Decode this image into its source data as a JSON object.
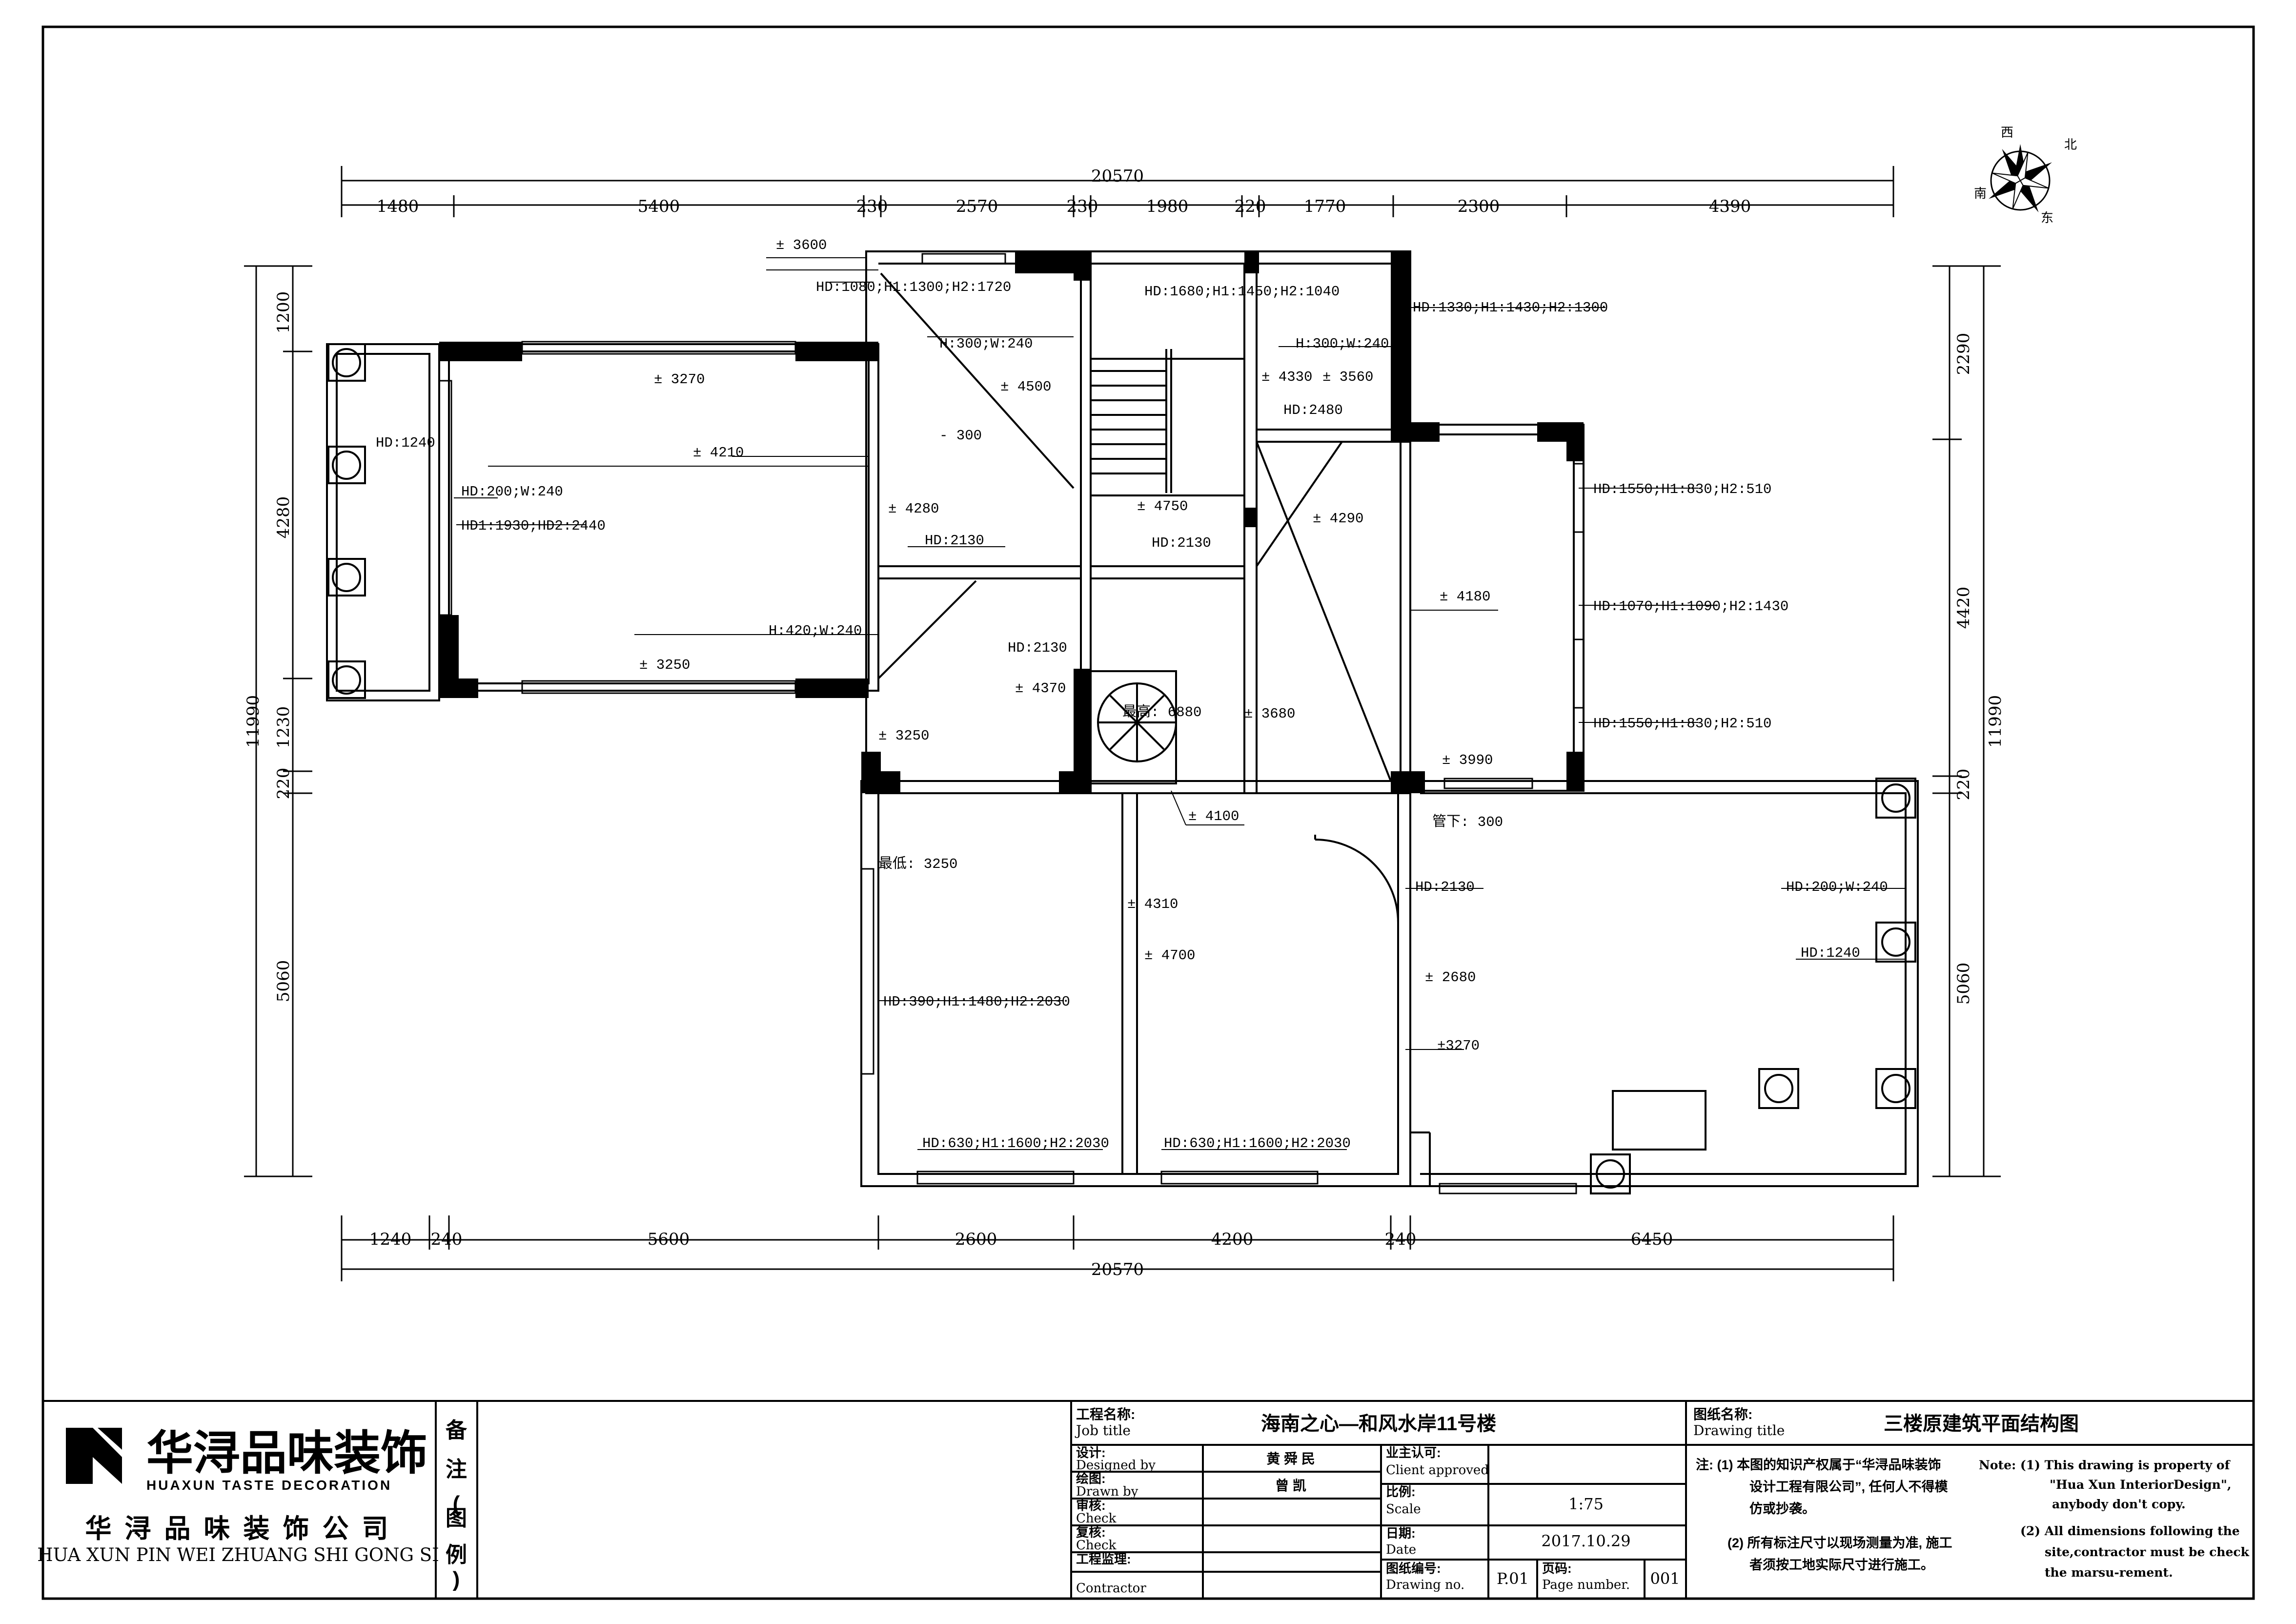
{
  "compass": {
    "north": "北",
    "south": "南",
    "east": "东",
    "west": "西"
  },
  "dims_top": {
    "overall": "20570",
    "segments": [
      "1480",
      "5400",
      "230",
      "2570",
      "230",
      "1980",
      "220",
      "1770",
      "2300",
      "4390"
    ]
  },
  "dims_bottom": {
    "overall": "20570",
    "segments": [
      "1240",
      "240",
      "5600",
      "2600",
      "4200",
      "240",
      "6450"
    ]
  },
  "dims_left": {
    "overall": "11990",
    "segments": [
      "1200",
      "4280",
      "1230",
      "220",
      "5060"
    ]
  },
  "dims_right": {
    "overall": "11990",
    "segments": [
      "2290",
      "4420",
      "220",
      "5060"
    ]
  },
  "annotations": {
    "a1": "± 3600",
    "a2": "HD:1080;H1:1300;H2:1720",
    "a3": "H:300;W:240",
    "a4": "± 4500",
    "a5": "- 300",
    "a6": "± 4280",
    "a7": "HD:2130",
    "a8": "HD:1680;H1:1450;H2:1040",
    "a9": "H:300;W:240",
    "a10": "± 4330",
    "a11": "± 3560",
    "a12": "HD:2480",
    "a13": "± 4750",
    "a14": "HD:2130",
    "a15": "± 4290",
    "a16": "HD:1330;H1:1430;H2:1300",
    "a17": "± 3270",
    "a18": "HD:1240",
    "a19": "± 4210",
    "a20": "HD:200;W:240",
    "a21": "HD1:1930;HD2:2440",
    "a22": "± 3250",
    "a23": "H:420;W:240",
    "a24": "HD:2130",
    "a25": "± 4370",
    "a26": "± 3250",
    "a27": "最高: 6880",
    "a28": "± 3680",
    "a29": "± 4180",
    "a30": "HD:1550;H1:830;H2:510",
    "a31": "HD:1070;H1:1090;H2:1430",
    "a32": "HD:1550;H1:830;H2:510",
    "a33": "± 3990",
    "a34": "± 4100",
    "a35": "管下: 300",
    "a36": "最低: 3250",
    "a37": "± 4310",
    "a38": "± 4700",
    "a39": "HD:2130",
    "a40": "± 2680",
    "a41": "±3270",
    "a42": "HD:200;W:240",
    "a43": "HD:1240",
    "a44": "HD:390;H1:1480;H2:2030",
    "a45": "HD:630;H1:1600;H2:2030",
    "a46": "HD:630;H1:1600;H2:2030"
  },
  "title_block": {
    "logo_cn": "华浔品味装饰",
    "logo_en": "HUAXUN TASTE DECORATION",
    "company_cn": "华 浔 品 味 装 饰 公 司",
    "company_pinyin": "HUA XUN PIN WEI ZHUANG SHI GONG SI",
    "remarks": [
      "备",
      "注",
      "(",
      "图",
      "例",
      ")"
    ],
    "job_title_label_cn": "工程名称:",
    "job_title_label_en": "Job title",
    "job_title": "海南之心—和风水岸11号楼",
    "designed_label_cn": "设计:",
    "designed_label_en": "Designed by",
    "designed_by": "黄 舜 民",
    "drawn_label_cn": "绘图:",
    "drawn_label_en": "Drawn by",
    "drawn_by": "曾  凯",
    "check1_cn": "审核:",
    "check1_en": "Check",
    "check2_cn": "复核:",
    "check2_en": "Check",
    "contractor_cn": "工程监理:",
    "contractor_en": "Contractor",
    "client_label_cn": "业主认可:",
    "client_label_en": "Client approved",
    "scale_label_cn": "比例:",
    "scale_label_en": "Scale",
    "scale": "1:75",
    "date_label_cn": "日期:",
    "date_label_en": "Date",
    "date": "2017.10.29",
    "drawing_no_label_cn": "图纸编号:",
    "drawing_no_label_en": "Drawing no.",
    "drawing_no": "P.01",
    "page_label_cn": "页码:",
    "page_label_en": "Page number.",
    "page_number": "001",
    "drawing_title_label_cn": "图纸名称:",
    "drawing_title_label_en": "Drawing title",
    "drawing_title": "三楼原建筑平面结构图",
    "note_cn": [
      "注: (1) 本图的知识产权属于“华浔品味装饰",
      "设计工程有限公司”, 任何人不得模",
      "仿或抄袭。",
      "(2) 所有标注尺寸以现场测量为准, 施工",
      "者须按工地实际尺寸进行施工。"
    ],
    "note_en": [
      "Note: (1) This drawing is property of",
      "\"Hua Xun InteriorDesign\",",
      "anybody don't copy.",
      "(2) All dimensions following the",
      "site,contractor must be check",
      "the marsu-rement."
    ]
  }
}
